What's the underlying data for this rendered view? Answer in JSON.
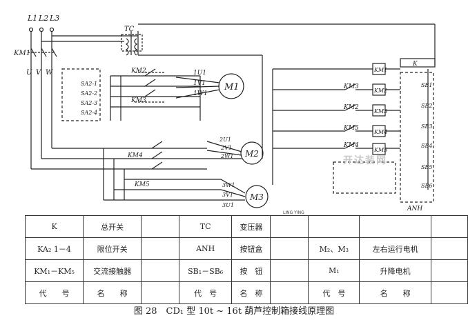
{
  "diagram": {
    "phase_labels": [
      "L1",
      "L2",
      "L3"
    ],
    "main_switch": "KM1",
    "terminals": [
      "U",
      "V",
      "W"
    ],
    "transformer": "TC",
    "contactors_left": [
      "KM2",
      "KM3",
      "KM4",
      "KM5"
    ],
    "limit_switches": [
      "SA2-1",
      "SA2-2",
      "SA2-3",
      "SA2-4"
    ],
    "motor1": {
      "label": "M1",
      "terminals": [
        "1U1",
        "1V1",
        "1W1"
      ]
    },
    "motor2": {
      "label": "M2",
      "terminals": [
        "2U1",
        "2V1",
        "2W1"
      ]
    },
    "motor3": {
      "label": "M3",
      "terminals": [
        "3W1",
        "3V1",
        "3U1"
      ]
    },
    "control_contacts": [
      "KM3",
      "KM2",
      "KM5",
      "KM4"
    ],
    "control_coils": [
      "KM1",
      "KM2",
      "KM3",
      "KM4",
      "KM5"
    ],
    "control_k": "K",
    "buttons": [
      "SB1",
      "SB2",
      "SB3",
      "SB4",
      "SB5",
      "SB6"
    ],
    "anh": "ANH",
    "watermark": "开达装网",
    "logo_text": "LING  YING"
  },
  "legend": {
    "rows": [
      [
        "K",
        "总开关",
        "",
        "TC",
        "变压器",
        "",
        "",
        "",
        ""
      ],
      [
        "KA₂ 1－4",
        "限位开关",
        "",
        "ANH",
        "按钮盒",
        "",
        "M₂、M₃",
        "左右运行电机",
        ""
      ],
      [
        "KM₁－KM₅",
        "交流接触器",
        "",
        "SB₁－SB₆",
        "按　钮",
        "",
        "M₁",
        "升降电机",
        ""
      ],
      [
        "代　　号",
        "名　　称",
        "",
        "代　号",
        "名　称",
        "",
        "代　号",
        "名　　称",
        ""
      ]
    ]
  },
  "caption": "图 28　CD₁ 型 10t ~ 16t 葫芦控制箱接线原理图"
}
